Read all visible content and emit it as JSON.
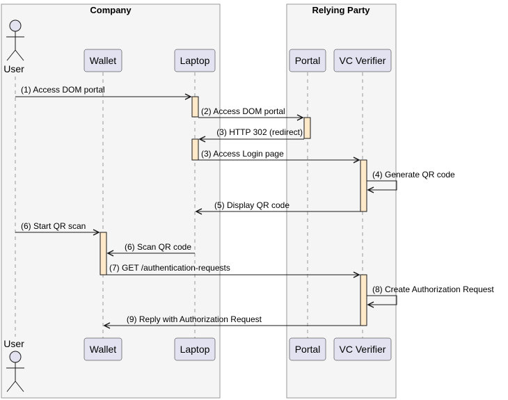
{
  "groups": {
    "company": "Company",
    "relying_party": "Relying Party"
  },
  "participants": {
    "user": "User",
    "wallet": "Wallet",
    "laptop": "Laptop",
    "portal": "Portal",
    "verifier": "VC Verifier"
  },
  "messages": [
    {
      "label": "(1) Access DOM portal",
      "from": "user",
      "to": "laptop"
    },
    {
      "label": "(2) Access DOM portal",
      "from": "laptop",
      "to": "portal"
    },
    {
      "label": "(3) HTTP 302 (redirect)",
      "from": "portal",
      "to": "laptop"
    },
    {
      "label": "(3) Access Login page",
      "from": "laptop",
      "to": "verifier"
    },
    {
      "label": "(4) Generate QR code",
      "from": "verifier",
      "to": "verifier"
    },
    {
      "label": "(5) Display QR code",
      "from": "verifier",
      "to": "laptop"
    },
    {
      "label": "(6) Start QR scan",
      "from": "user",
      "to": "wallet"
    },
    {
      "label": "(6) Scan QR code",
      "from": "laptop",
      "to": "wallet"
    },
    {
      "label": "(7) GET /authentication-requests",
      "from": "wallet",
      "to": "verifier"
    },
    {
      "label": "(8) Create Authorization Request",
      "from": "verifier",
      "to": "verifier"
    },
    {
      "label": "(9) Reply with Authorization Request",
      "from": "verifier",
      "to": "wallet"
    }
  ]
}
